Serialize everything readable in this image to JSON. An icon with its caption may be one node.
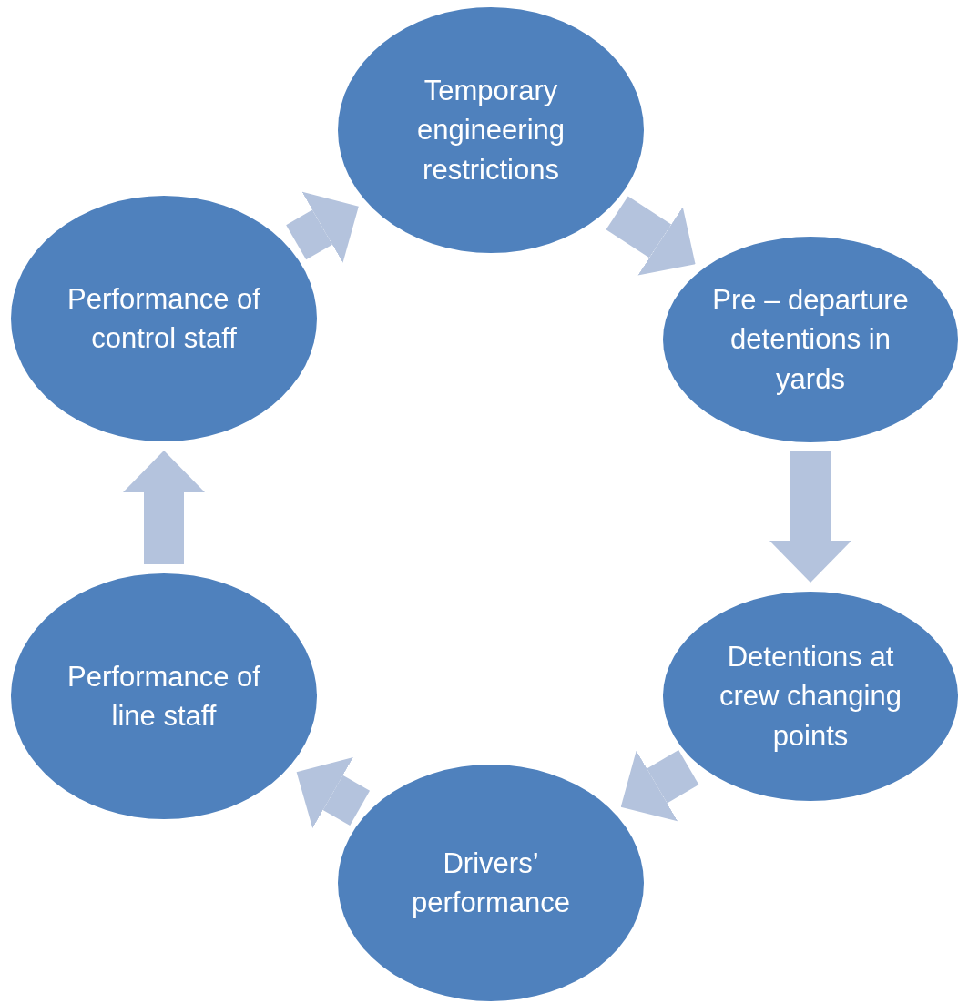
{
  "diagram": {
    "nodes": [
      {
        "text": [
          "Temporary engineering restrictions"
        ]
      },
      {
        "text": [
          "Pre – departure detentions in yards"
        ]
      },
      {
        "text": [
          "Detentions at crew changing points"
        ]
      },
      {
        "text": [
          "Drivers’ performance"
        ]
      },
      {
        "text": [
          "Performance of line staff"
        ]
      },
      {
        "text": [
          "Performance of control staff"
        ]
      }
    ],
    "edges": [
      {
        "from": 0,
        "to": 1,
        "arrow": "to"
      },
      {
        "from": 1,
        "to": 2,
        "arrow": "to"
      },
      {
        "from": 2,
        "to": 3,
        "arrow": "to"
      },
      {
        "from": 3,
        "to": 4,
        "arrow": "to"
      },
      {
        "from": 4,
        "to": 5,
        "arrow": "to"
      },
      {
        "from": 5,
        "to": 0,
        "arrow": "to"
      }
    ]
  }
}
